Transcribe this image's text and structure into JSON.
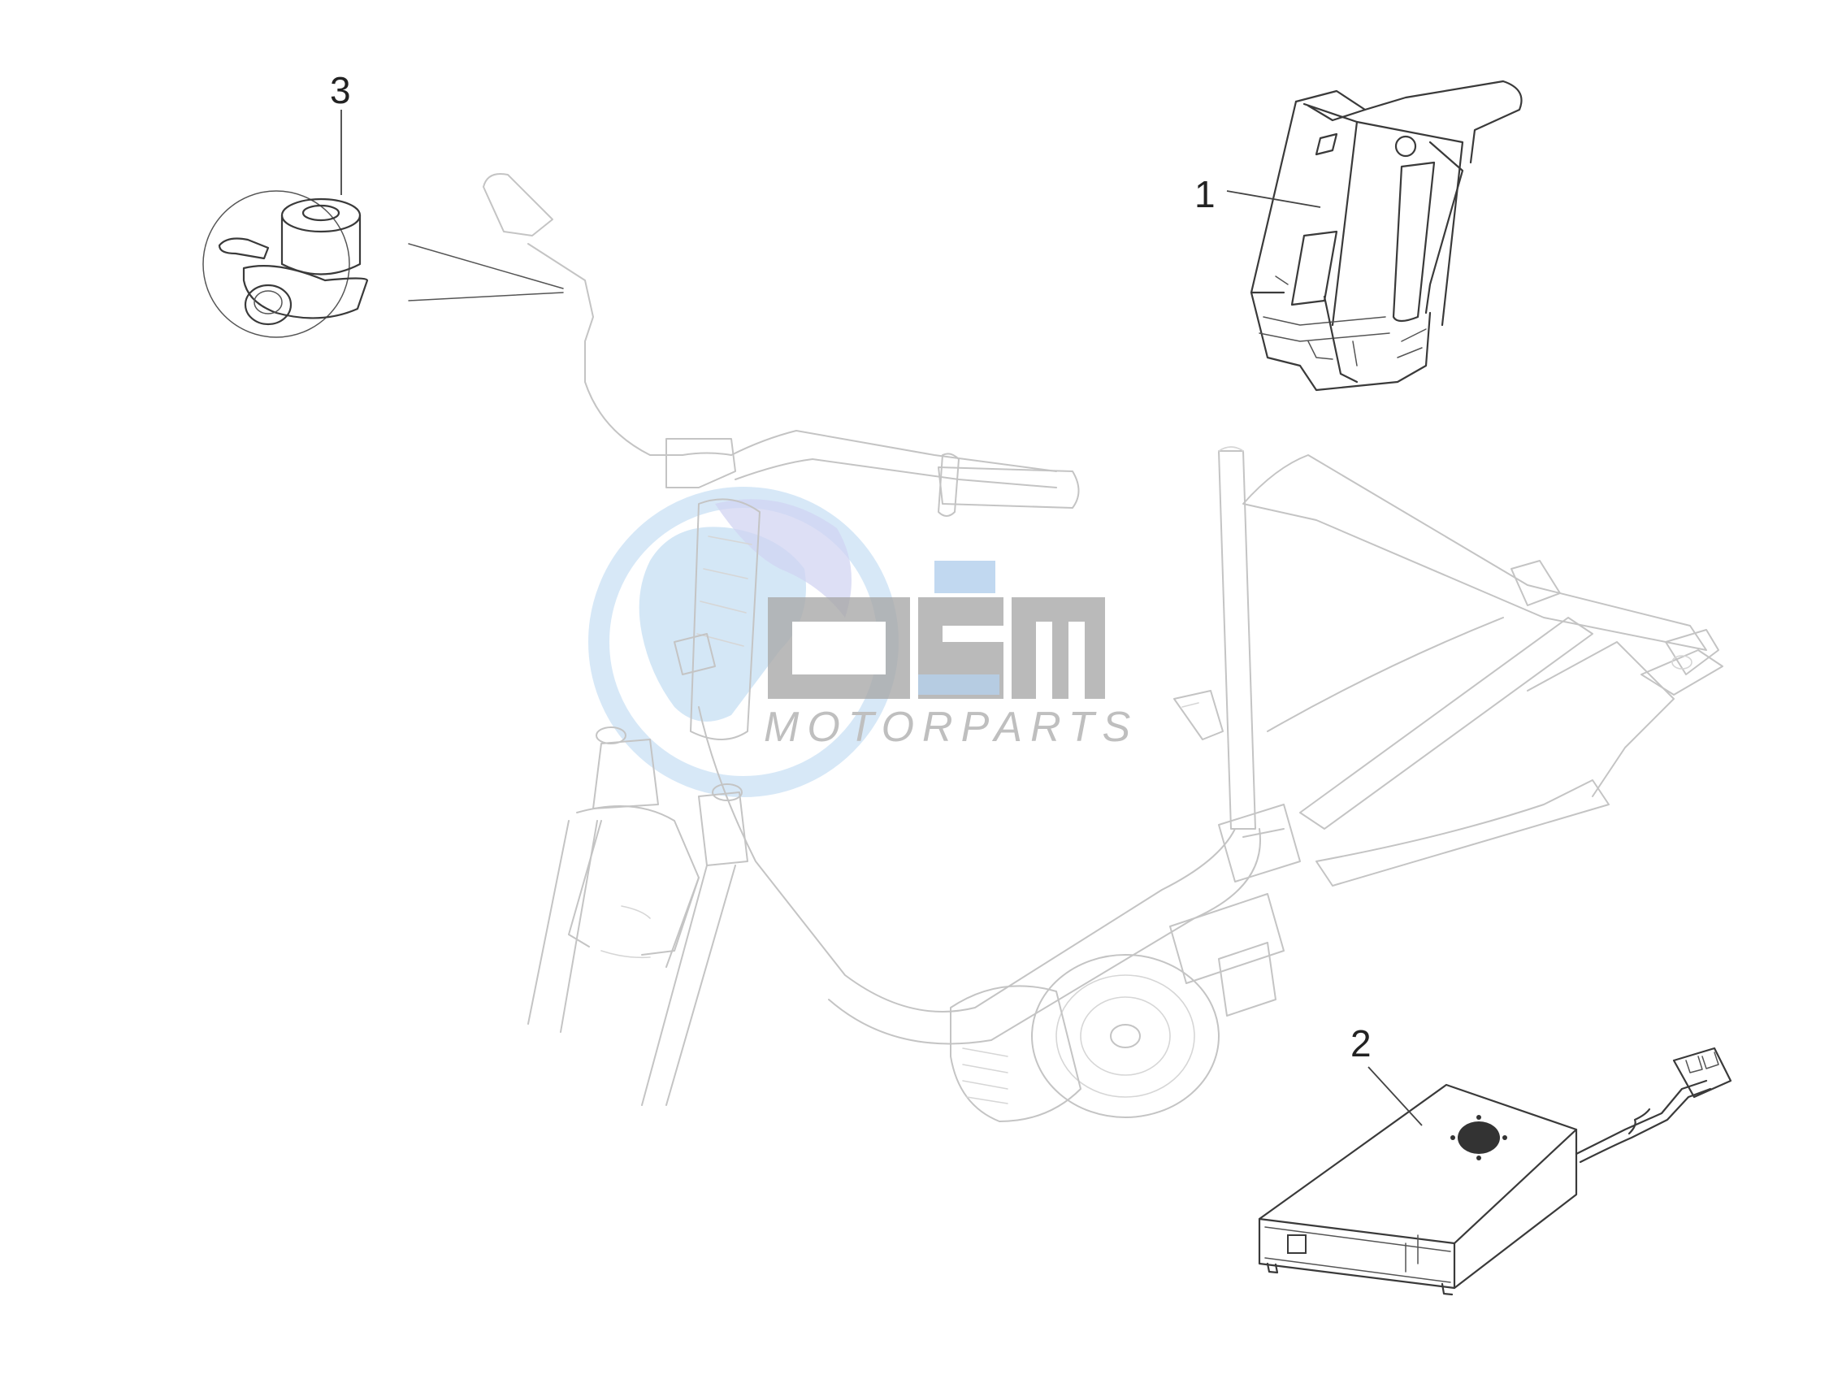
{
  "diagram": {
    "callouts": [
      {
        "id": "1",
        "label": "1"
      },
      {
        "id": "2",
        "label": "2"
      },
      {
        "id": "3",
        "label": "3"
      }
    ],
    "watermark": {
      "logo_text": "OEM",
      "sub_text": "MOTORPARTS"
    },
    "colors": {
      "line_art": "#c4c4c4",
      "detail_parts": "#3a3a3a",
      "watermark_globe": "#bcdaf2",
      "watermark_text": "#b4b4b4"
    }
  }
}
